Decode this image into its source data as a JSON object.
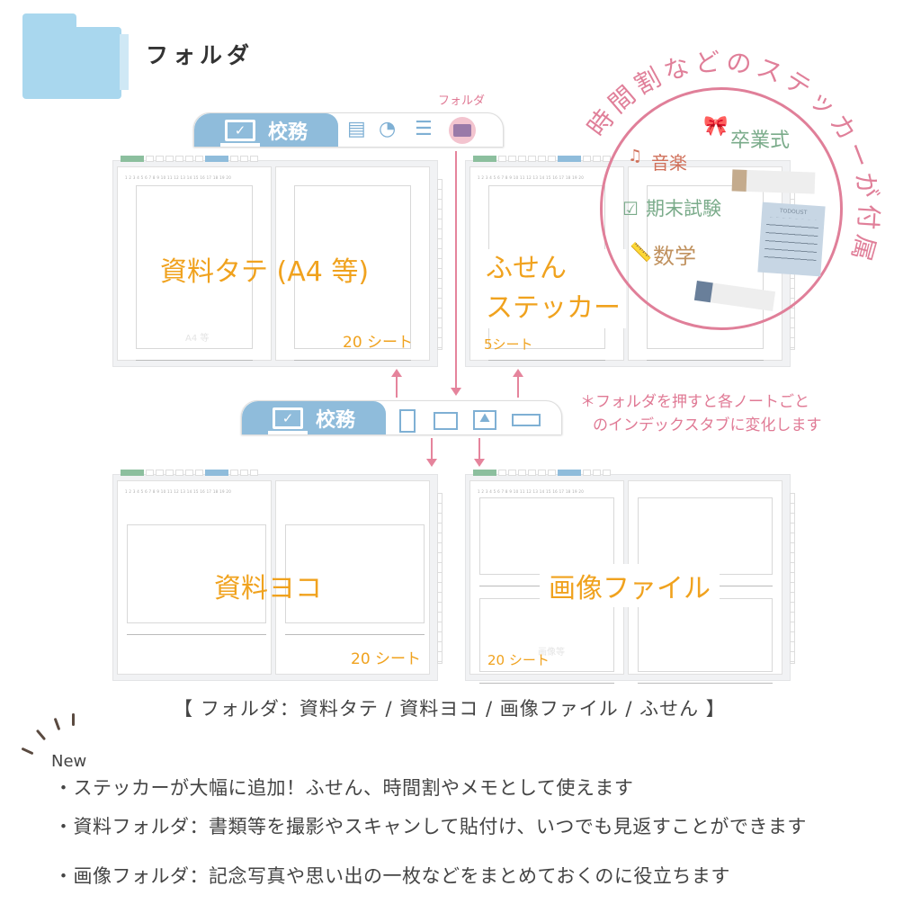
{
  "header": {
    "title": "フォルダ",
    "icon": "folder-icon",
    "folder_color": "#a9d7ee"
  },
  "top_bar": {
    "pink_label": "フォルダ",
    "tab_label": "校務",
    "icons": [
      "document-icon",
      "clock-icon",
      "speech-bubble-icon",
      "folder-icon"
    ]
  },
  "second_bar": {
    "tab_label": "校務",
    "icons": [
      "portrait-page-icon",
      "landscape-page-icon",
      "image-icon",
      "sticky-note-icon"
    ]
  },
  "notebooks": [
    {
      "label": "資料タテ (A4 等)",
      "sheets": "20 シート",
      "watermark": "A4 等"
    },
    {
      "label_lines": [
        "ふせん",
        "ステッカー"
      ],
      "sheets": "5シート"
    },
    {
      "label": "資料ヨコ",
      "sheets": "20 シート"
    },
    {
      "label": "画像ファイル",
      "sheets": "20 シート",
      "watermark": "画像等"
    }
  ],
  "page_numbers": "1 2 3 4 5 6 7 8 9 10 11 12 13 14 15 16 17 18 19 20",
  "note": {
    "line1": "＊フォルダを押すと各ノートごと",
    "line2": "のインデックスタブに変化します"
  },
  "stickers": {
    "arc_title": "時間割などのステッカーが付属",
    "items": [
      "卒業式",
      "音楽",
      "期末試験",
      "数学"
    ],
    "todo": "TODOLIST",
    "colors": {
      "accent": "#e07f99",
      "green": "#7aab8a",
      "music": "#d0705a",
      "math": "#c0915e"
    }
  },
  "caption": "【 フォルダ：資料タテ / 資料ヨコ / 画像ファイル / ふせん 】",
  "new_label": "New",
  "bullets": [
    "・ステッカーが大幅に追加！ふせん、時間割やメモとして使えます",
    "・資料フォルダ：書類等を撮影やスキャンして貼付け、いつでも見返すことができます",
    "・画像フォルダ：記念写真や思い出の一枚などをまとめておくのに役立ちます"
  ],
  "colors": {
    "orange": "#f0a21e",
    "pink": "#e5849c",
    "tab_blue": "#8fbcdb"
  }
}
